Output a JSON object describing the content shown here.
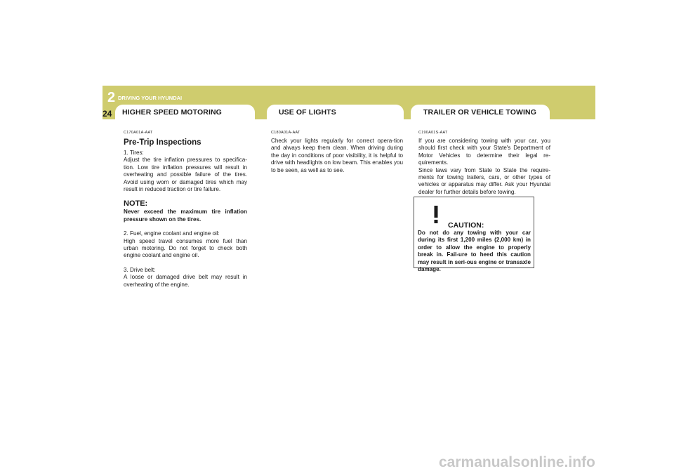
{
  "header": {
    "chapter_number": "2",
    "chapter_title": "DRIVING YOUR HYUNDAI",
    "page_number": "24",
    "band_color": "#cfcc6e"
  },
  "sections": {
    "higher_speed": {
      "tab_label": "HIGHER SPEED MOTORING",
      "code": "C170A01A-AAT",
      "subtitle": "Pre-Trip Inspections",
      "p1": "1. Tires:\nAdjust the tire inflation pressures to specifica-tion. Low tire inflation pressures will result in overheating and possible failure of the tires. Avoid using worn or damaged tires which may result in reduced traction or tire failure.",
      "note_label": "NOTE:",
      "note_text": "Never exceed the maximum tire inflation pressure shown on the tires.",
      "p2": "2. Fuel, engine coolant and engine oil:\nHigh speed travel consumes more fuel than urban motoring. Do not forget to check both engine coolant and engine oil.",
      "p3": "3. Drive belt:\nA loose or damaged drive belt may result in overheating of the engine."
    },
    "lights": {
      "tab_label": "USE OF LIGHTS",
      "code": "C180A01A-AAT",
      "p1": "Check your lights regularly for correct opera-tion and always keep them clean. When driving during the day in conditions of poor visibility, it is helpful to drive with headlights on low beam. This enables you to be seen, as well as to see."
    },
    "towing": {
      "tab_label": "TRAILER OR VEHICLE TOWING",
      "code": "C190A01S-AAT",
      "p1": "If you are considering towing with your car, you should first check with your State's Department of Motor Vehicles to determine their legal re-quirements.\nSince laws vary from State to State the require-ments for towing trailers, cars, or other types of vehicles or apparatus may differ. Ask your Hyundai dealer for further details before towing.",
      "caution_label": "CAUTION:",
      "caution_text": "Do not do any towing with your car during its first 1,200 miles (2,000 km) in order to allow the engine to properly break in. Fail-ure to heed this caution may result in seri-ous engine or transaxle damage."
    }
  },
  "watermark": "carmanualsonline.info"
}
